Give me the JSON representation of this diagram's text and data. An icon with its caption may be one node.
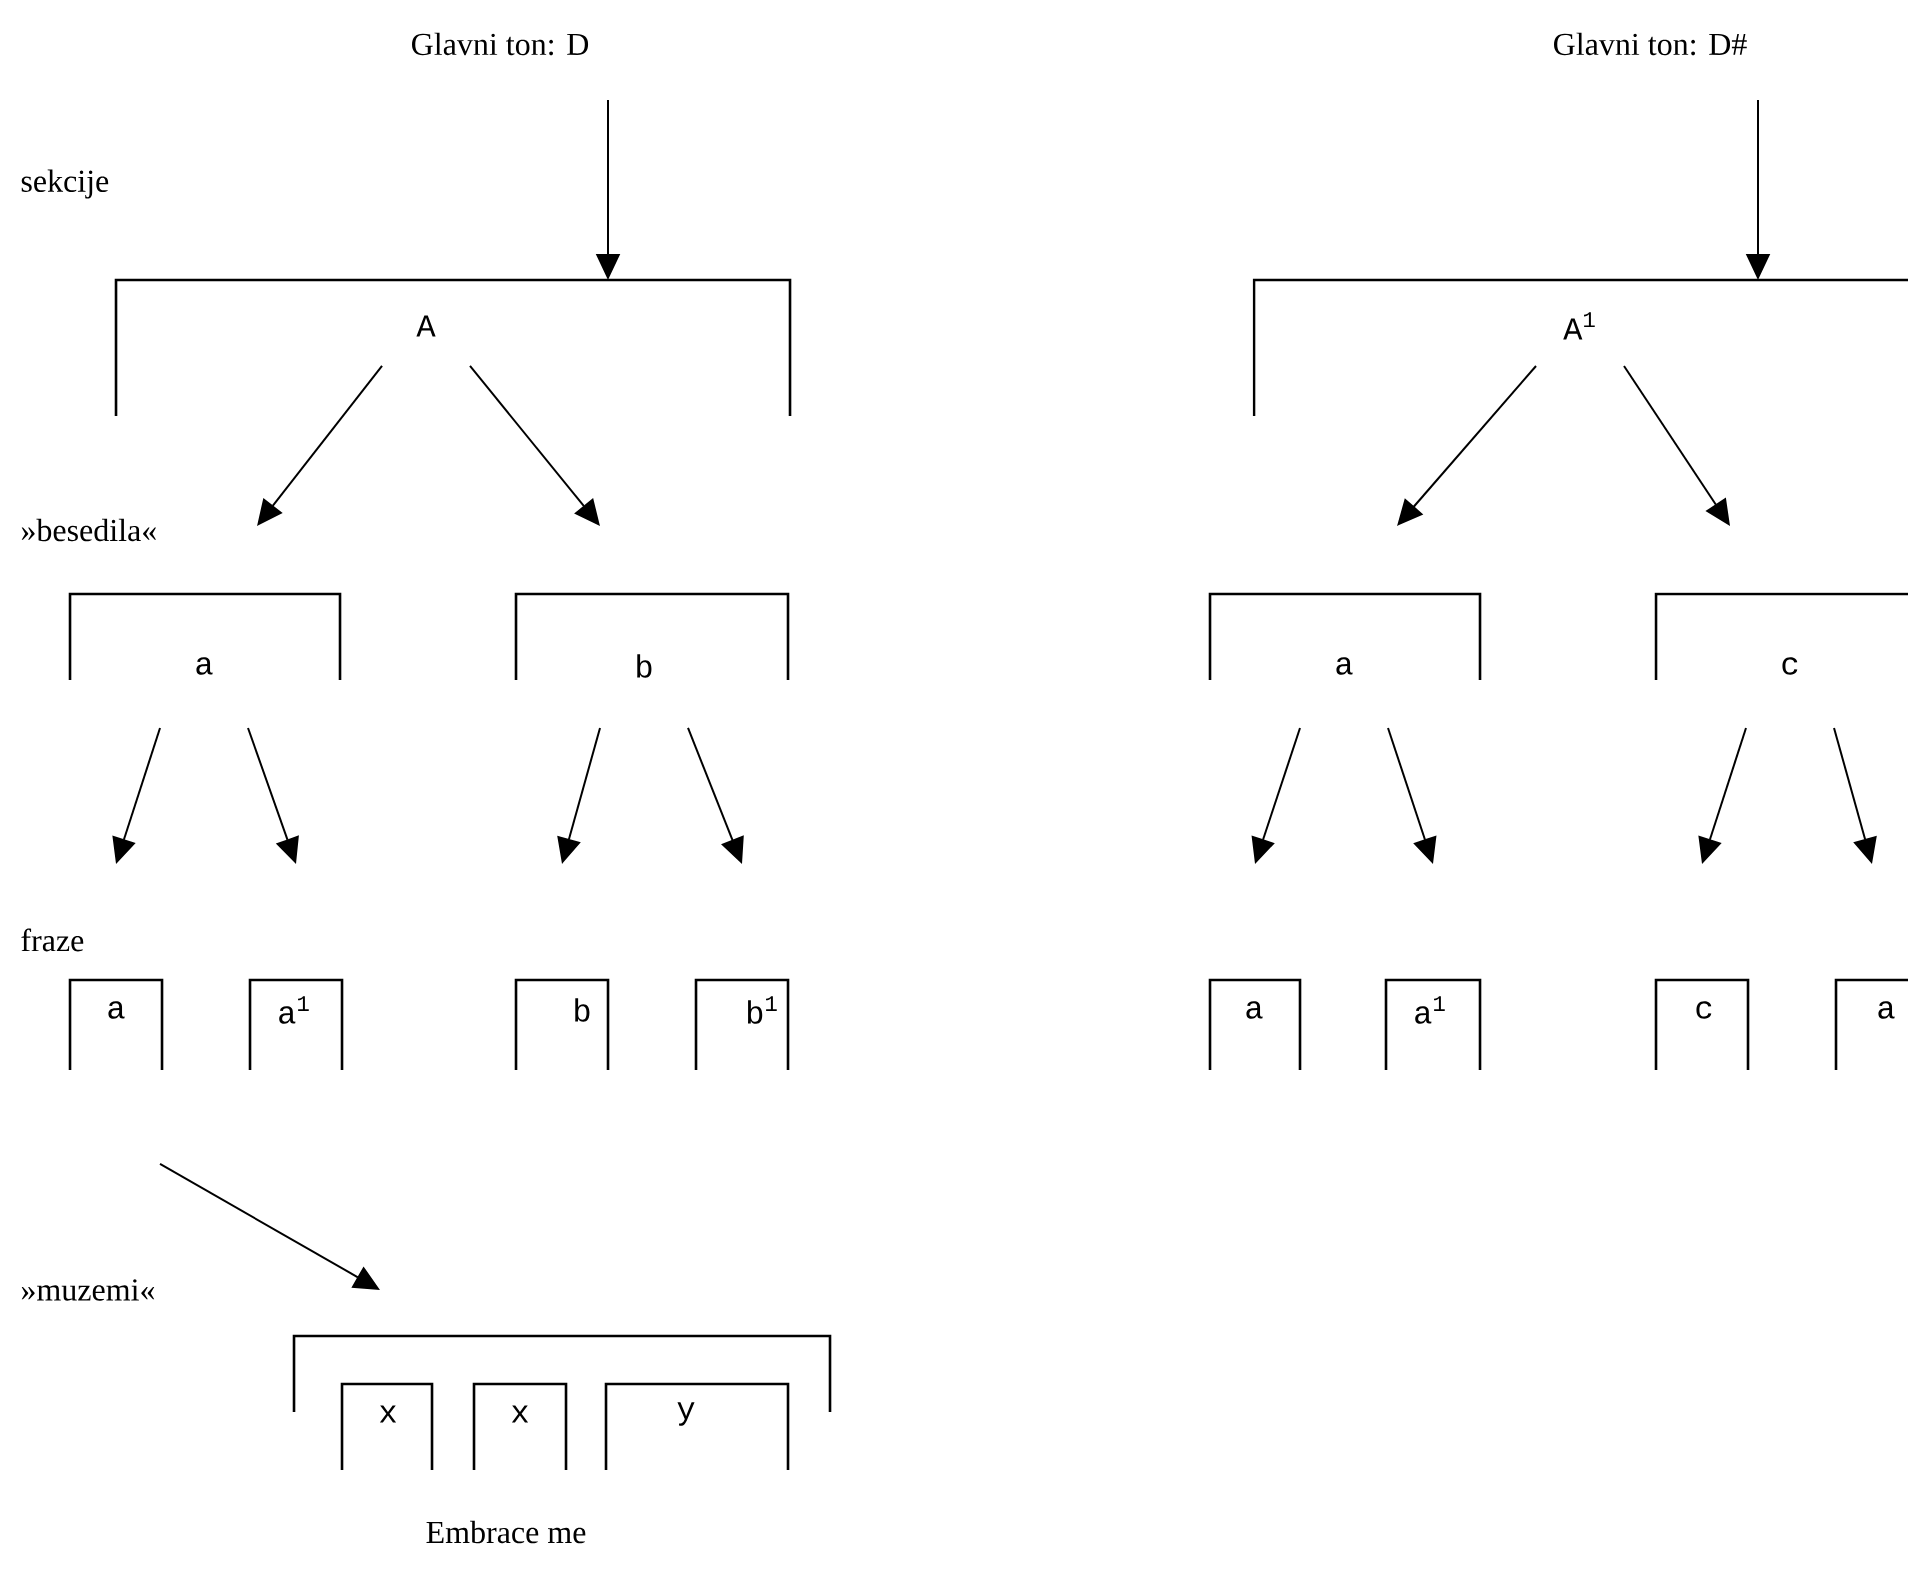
{
  "diagram": {
    "nodes": [
      {
        "text": [
          "Glavni ton: D"
        ]
      },
      {
        "text": [
          "Glavni ton: D#"
        ]
      },
      {
        "text": [
          "A"
        ]
      },
      {
        "text": [
          "A$^{1}$"
        ]
      },
      {
        "text": [
          "a"
        ]
      },
      {
        "text": [
          "b"
        ]
      },
      {
        "text": [
          "a"
        ]
      },
      {
        "text": [
          "c"
        ]
      },
      {
        "text": [
          "a"
        ]
      },
      {
        "text": [
          "a$^{1}$"
        ]
      },
      {
        "text": [
          "b"
        ]
      },
      {
        "text": [
          "b$^{1}$"
        ]
      },
      {
        "text": [
          "a"
        ]
      },
      {
        "text": [
          "a$^{1}$"
        ]
      },
      {
        "text": [
          "c"
        ]
      },
      {
        "text": [
          "a"
        ]
      },
      {
        "text": [],
        "shape": "box",
        "beside": [
          "Embrace me"
        ]
      },
      {
        "text": [
          "x"
        ],
        "in": 16
      },
      {
        "text": [
          "x"
        ],
        "in": 16
      },
      {
        "text": [
          "y"
        ],
        "in": 16
      }
    ],
    "edges": [
      {
        "from": 0,
        "to": 2,
        "arrow": "to"
      },
      {
        "from": 1,
        "to": 3,
        "arrow": "to"
      },
      {
        "from": 2,
        "to": 4,
        "arrow": "to"
      },
      {
        "from": 2,
        "to": 5,
        "arrow": "to"
      },
      {
        "from": 3,
        "to": 6,
        "arrow": "to"
      },
      {
        "from": 3,
        "to": 7,
        "arrow": "to"
      },
      {
        "from": 4,
        "to": 8,
        "arrow": "to"
      },
      {
        "from": 4,
        "to": 9,
        "arrow": "to"
      },
      {
        "from": 5,
        "to": 10,
        "arrow": "to"
      },
      {
        "from": 5,
        "to": 11,
        "arrow": "to"
      },
      {
        "from": 6,
        "to": 12,
        "arrow": "to"
      },
      {
        "from": 6,
        "to": 13,
        "arrow": "to"
      },
      {
        "from": 7,
        "to": 14,
        "arrow": "to"
      },
      {
        "from": 7,
        "to": 15,
        "arrow": "to"
      },
      {
        "from": 8,
        "to": 16,
        "arrow": "to"
      }
    ],
    "labels": [
      "sekcije",
      "»besedila«",
      "fraze",
      "»muzemi«"
    ]
  }
}
